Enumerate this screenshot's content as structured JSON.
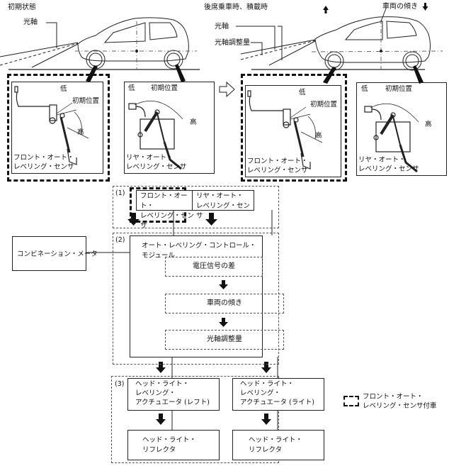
{
  "top_left": {
    "title": "初期状態",
    "optical_axis_label": "光軸"
  },
  "top_right": {
    "title": "後席乗車時、積載時",
    "vehicle_tilt_label": "車両の傾き",
    "optical_axis_label": "光軸",
    "axis_adjustment_label": "光軸調整量"
  },
  "sensor_panels": [
    {
      "id": "front-initial",
      "low": "低",
      "initial": "初期位置",
      "high": "高",
      "caption": "フロント・オート・\nレベリング・センサ"
    },
    {
      "id": "rear-initial",
      "low": "低",
      "initial": "初期位置",
      "high": "高",
      "caption": "リヤ・オート・\nレベリング・センサ"
    },
    {
      "id": "front-loaded",
      "low": "低",
      "initial": "初期位置",
      "high": "高",
      "caption": "フロント・オート・\nレベリング・センサ"
    },
    {
      "id": "rear-loaded",
      "low": "低",
      "initial": "初期位置",
      "high": "高",
      "caption": "リヤ・オート・\nレベリング・センサ"
    }
  ],
  "flow": {
    "section1_label": "(1)",
    "section2_label": "(2)",
    "section3_label": "(3)",
    "front_sensor": "フロント・オート・\nレベリング・センサ",
    "rear_sensor": "リヤ・オート・\nレベリング・センサ",
    "combination_meter": "コンビネーション・メータ",
    "control_module": "オート・レベリング・コントロール・モジュール",
    "steps": [
      "電圧信号の差",
      "車両の傾き",
      "光軸調整量"
    ],
    "actuator_left": "ヘッド・ライト・\nレベリング・\nアクチュエータ (レフト)",
    "actuator_right": "ヘッド・ライト・\nレベリング・\nアクチュエータ (ライト)",
    "reflector_left": "ヘッド・ライト・\nリフレクタ",
    "reflector_right": "ヘッド・ライト・\nリフレクタ"
  },
  "legend": {
    "text": "フロント・オート・\nレベリング・センサ付車"
  }
}
